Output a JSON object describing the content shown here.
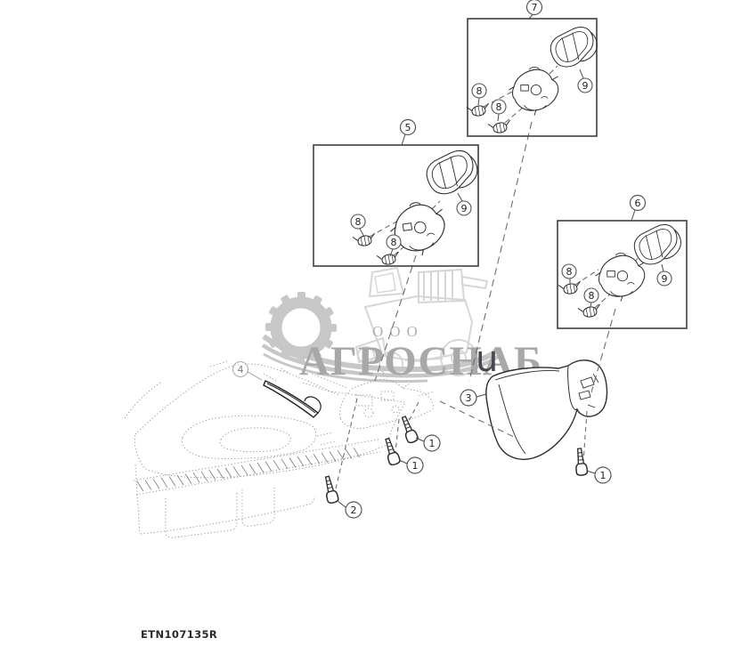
{
  "figure": {
    "footer_code": "ETN107135R",
    "background": "#ffffff",
    "part_line_color": "#2d2d2d",
    "phantom_line_color": "#949494"
  },
  "watermark": {
    "org_form": "ООО",
    "company": "АГРОСНАБ",
    "stray_char": "u",
    "logo_gray": "#c7c7c7",
    "text_gray": "#a8a8a8",
    "vehicle_gray": "#d6d6d6",
    "char_color": "#47474d"
  },
  "callouts": {
    "box7_label": "7",
    "box7_screw1": "8",
    "box7_screw2": "8",
    "box7_bezel": "9",
    "box5_label": "5",
    "box5_screw1": "8",
    "box5_screw2": "8",
    "box5_bezel": "9",
    "box6_label": "6",
    "box6_screw1": "8",
    "box6_screw2": "8",
    "box6_bezel": "9",
    "main_trim": "4",
    "main_cover": "3",
    "main_screw_a": "1",
    "main_screw_b": "1",
    "main_screw_c": "1",
    "main_screw_d": "2"
  }
}
